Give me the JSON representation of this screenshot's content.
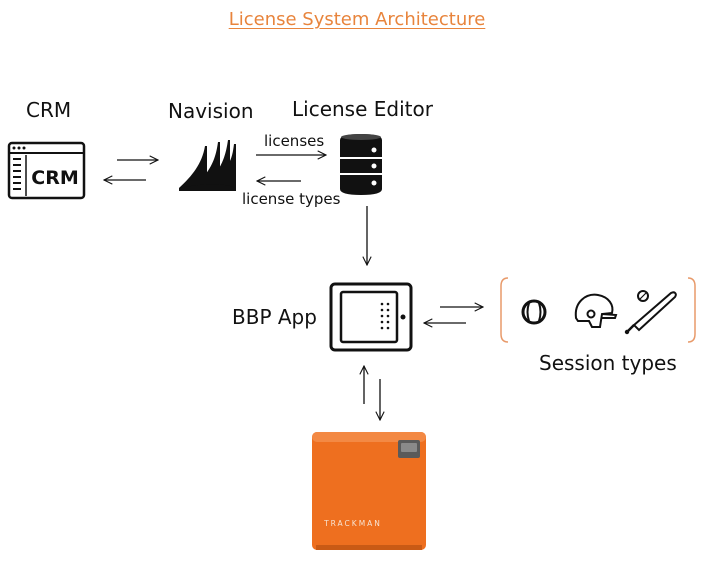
{
  "title": "License System Architecture",
  "nodes": {
    "crm": {
      "label": "CRM",
      "icon_text": "CRM",
      "icon": "crm-window-icon"
    },
    "navision": {
      "label": "Navision",
      "icon": "navision-logo-icon"
    },
    "license_editor": {
      "label": "License Editor",
      "icon": "database-icon"
    },
    "bbp_app": {
      "label": "BBP App",
      "icon": "tablet-icon"
    },
    "session_types": {
      "label": "Session types",
      "icons": [
        "baseball-icon",
        "batting-helmet-icon",
        "bat-and-ball-icon"
      ]
    },
    "trackman": {
      "device_text": "TRACKMAN",
      "icon": "trackman-device-icon"
    }
  },
  "edges": {
    "licenses": "licenses",
    "license_types": "license types"
  },
  "colors": {
    "title": "#e8843c",
    "device_orange": "#ee6f1f",
    "bracket": "#e89a6a"
  }
}
